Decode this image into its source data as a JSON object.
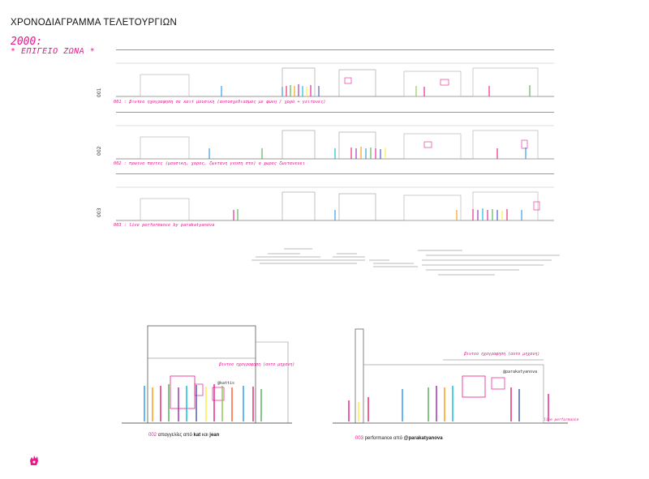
{
  "page": {
    "title": "ΧΡΟΝΟΔΙΑΓΡΑΜΜΑ ΤΕΛΕΤΟΥΡΓΙΩΝ",
    "subtitle_year": "2000:",
    "subtitle_place": "* ΕΠΙΓΕΙΟ ΖΩΝΑ *"
  },
  "strips": [
    {
      "number": "001",
      "caption": "001 : βιντεο ηχογραφηση σε καιτ μουσικη (αυτοσχεδιασμος με φωνη / χορο + γειτονες)"
    },
    {
      "number": "002",
      "caption": "002 : πρωινο παντες (μουσικη, χορος, ζωντανη γευση στο) ο χωρος ζωντανευει"
    },
    {
      "number": "003",
      "caption": "003 : live performance by parakatyanova"
    }
  ],
  "elevations": [
    {
      "caption_num": "002",
      "caption_text": "απαγγελίες από",
      "name1": "kat",
      "conj": "και",
      "name2": "jean",
      "annotation": "βιντεο ηχογραφηση (αυτο μηχανη)",
      "handle": "@kattis"
    },
    {
      "caption_num": "003",
      "caption_text": "performance από",
      "name1": "@parakatyanova",
      "annotation": "βιντεο ηχογραφηση (αυτο μηχανη)",
      "handle": "@parakatyanova",
      "side_label": "live performance"
    }
  ],
  "colors": {
    "accent": "#e8198b",
    "ink": "#111111",
    "line": "#999999"
  },
  "logo": {
    "icon": "hand-logo-icon"
  }
}
